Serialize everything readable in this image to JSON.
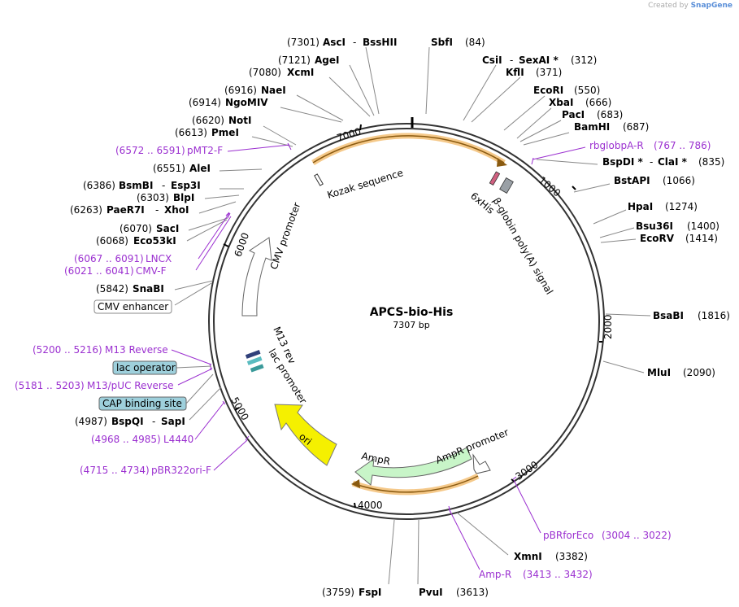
{
  "credit": {
    "prefix": "Created by",
    "brand": "SnapGene"
  },
  "plasmid": {
    "name": "APCS-bio-His",
    "length": "7307 bp"
  },
  "tick_labels": [
    "1000",
    "2000",
    "3000",
    "4000",
    "5000",
    "6000",
    "7000"
  ],
  "enzymes": [
    {
      "name": "AscI",
      "name2": "BssHII",
      "pos": "(7301)"
    },
    {
      "name": "SbfI",
      "pos": "(84)"
    },
    {
      "name": "AgeI",
      "pos": "(7121)"
    },
    {
      "name": "XcmI",
      "pos": "(7080)"
    },
    {
      "name": "CsiI",
      "name2": "SexAI *",
      "pos": "(312)"
    },
    {
      "name": "KflI",
      "pos": "(371)"
    },
    {
      "name": "NaeI",
      "pos": "(6916)"
    },
    {
      "name": "NgoMIV",
      "pos": "(6914)"
    },
    {
      "name": "EcoRI",
      "pos": "(550)"
    },
    {
      "name": "XbaI",
      "pos": "(666)"
    },
    {
      "name": "PacI",
      "pos": "(683)"
    },
    {
      "name": "NotI",
      "pos": "(6620)"
    },
    {
      "name": "PmeI",
      "pos": "(6613)"
    },
    {
      "name": "BamHI",
      "pos": "(687)"
    },
    {
      "name": "AleI",
      "pos": "(6551)"
    },
    {
      "name": "BspDI *",
      "name2": "ClaI *",
      "pos": "(835)"
    },
    {
      "name": "BsmBI",
      "name2": "Esp3I",
      "pos": "(6386)"
    },
    {
      "name": "BlpI",
      "pos": "(6303)"
    },
    {
      "name": "BstAPI",
      "pos": "(1066)"
    },
    {
      "name": "PaeR7I",
      "name2": "XhoI",
      "pos": "(6263)"
    },
    {
      "name": "HpaI",
      "pos": "(1274)"
    },
    {
      "name": "SacI",
      "pos": "(6070)"
    },
    {
      "name": "Bsu36I",
      "pos": "(1400)"
    },
    {
      "name": "Eco53kI",
      "pos": "(6068)"
    },
    {
      "name": "EcoRV",
      "pos": "(1414)"
    },
    {
      "name": "SnaBI",
      "pos": "(5842)"
    },
    {
      "name": "BsaBI",
      "pos": "(1816)"
    },
    {
      "name": "MluI",
      "pos": "(2090)"
    },
    {
      "name": "BspQI",
      "name2": "SapI",
      "pos": "(4987)"
    },
    {
      "name": "XmnI",
      "pos": "(3382)"
    },
    {
      "name": "FspI",
      "pos": "(3759)"
    },
    {
      "name": "PvuI",
      "pos": "(3613)"
    }
  ],
  "primers": [
    {
      "name": "pMT2-F",
      "range": "(6572 .. 6591)"
    },
    {
      "name": "rbglobpA-R",
      "range": "(767 .. 786)"
    },
    {
      "name": "LNCX",
      "range": "(6067 .. 6091)"
    },
    {
      "name": "CMV-F",
      "range": "(6021 .. 6041)"
    },
    {
      "name": "M13 Reverse",
      "range": "(5200 .. 5216)"
    },
    {
      "name": "M13/pUC Reverse",
      "range": "(5181 .. 5203)"
    },
    {
      "name": "L4440",
      "range": "(4968 .. 4985)"
    },
    {
      "name": "pBR322ori-F",
      "range": "(4715 .. 4734)"
    },
    {
      "name": "pBRforEco",
      "range": "(3004 .. 3022)"
    },
    {
      "name": "Amp-R",
      "range": "(3413 .. 3432)"
    }
  ],
  "boxed_features": [
    "CMV enhancer",
    "lac operator",
    "CAP binding site"
  ],
  "features": [
    "Kozak sequence",
    "6xHis",
    "β-globin poly(A) signal",
    "CMV promoter",
    "M13 rev",
    "lac promoter",
    "ori",
    "AmpR",
    "AmpR promoter"
  ],
  "colors": {
    "primer": "#9b30d0",
    "orf": "#f0a030",
    "amp": "#c8f5c8",
    "ori": "#f5f000",
    "box": "#9ed0dc"
  }
}
